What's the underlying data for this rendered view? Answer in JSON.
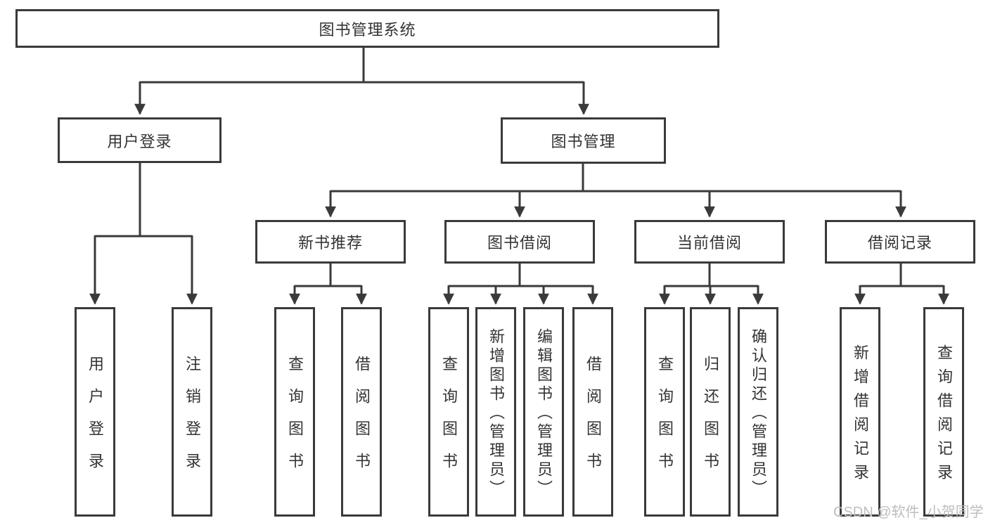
{
  "diagram": {
    "root": "图书管理系统",
    "user_login": {
      "label": "用户登录",
      "children": [
        "用户登录",
        "注销登录"
      ]
    },
    "book_mgmt": {
      "label": "图书管理",
      "branches": [
        {
          "label": "新书推荐",
          "children": [
            "查询图书",
            "借阅图书"
          ]
        },
        {
          "label": "图书借阅",
          "children": [
            "查询图书",
            "新增图书（管理员）",
            "编辑图书（管理员）",
            "借阅图书"
          ]
        },
        {
          "label": "当前借阅",
          "children": [
            "查询图书",
            "归还图书",
            "确认归还（管理员）"
          ]
        },
        {
          "label": "借阅记录",
          "children": [
            "新增借阅记录",
            "查询借阅记录"
          ]
        }
      ]
    }
  },
  "watermark": "CSDN @软件_小贺同学",
  "colors": {
    "line": "#3a3a3a",
    "text": "#333333",
    "node_background": "#ffffff",
    "watermark": "#bdbdbd",
    "page_background": "#ffffff"
  }
}
